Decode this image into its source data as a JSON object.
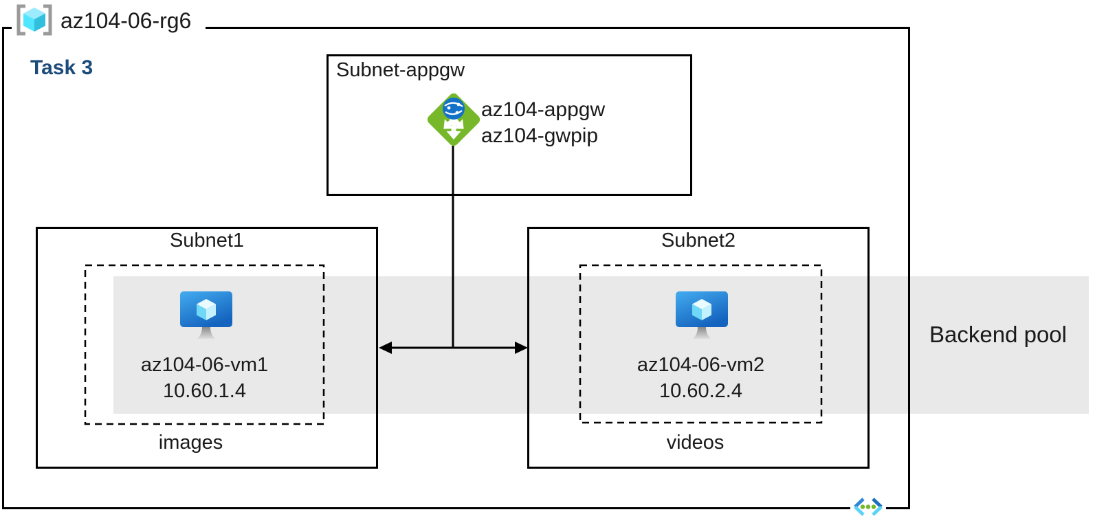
{
  "title": {
    "resource_group": "az104-06-rg6",
    "task": "Task 3"
  },
  "appgw_subnet": {
    "label": "Subnet-appgw",
    "gateway_name": "az104-appgw",
    "gateway_public_ip": "az104-gwpip"
  },
  "subnet1": {
    "label": "Subnet1",
    "vm_name": "az104-06-vm1",
    "vm_ip": "10.60.1.4",
    "container": "images"
  },
  "subnet2": {
    "label": "Subnet2",
    "vm_name": "az104-06-vm2",
    "vm_ip": "10.60.2.4",
    "container": "videos"
  },
  "backend_pool": {
    "label": "Backend pool"
  },
  "icons": {
    "resource_group": "resource-group-icon",
    "application_gateway": "application-gateway-icon",
    "virtual_machine": "virtual-machine-icon",
    "virtual_network": "virtual-network-icon"
  },
  "colors": {
    "task_accent": "#1c4b7b",
    "backend_pool_band": "#e9e9e9",
    "appgw_green": "#76b82a",
    "globe_blue": "#1372c8",
    "vm_blue_top": "#44acf0",
    "vm_blue_bottom": "#1463be",
    "cube_cyan": "#50e6ff",
    "line_black": "#000000"
  }
}
